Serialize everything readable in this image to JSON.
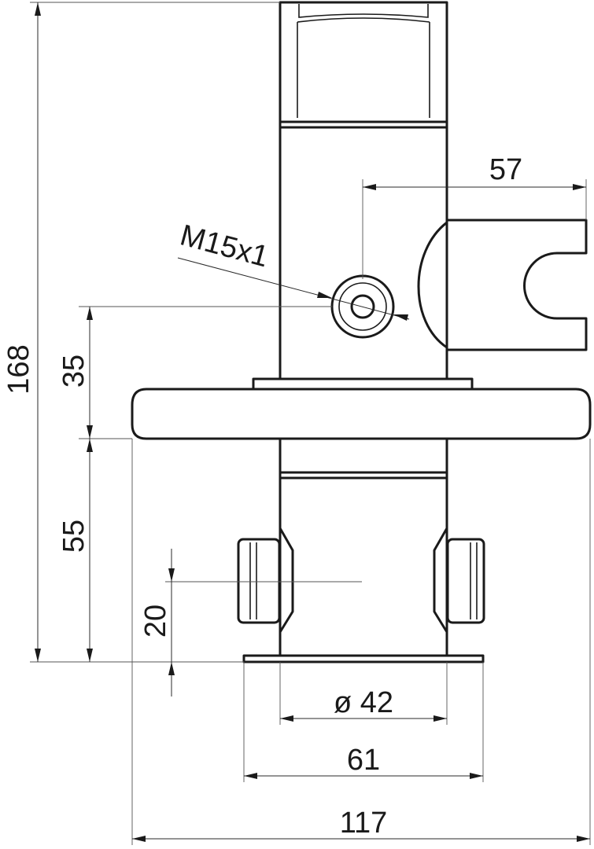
{
  "dimensions": {
    "height_total": "168",
    "height_upper": "35",
    "height_lower": "55",
    "inlet_offset": "20",
    "outlet_distance": "57",
    "thread": "M15x1",
    "pipe_diameter": "ø 42",
    "flange_width": "61",
    "plate_width": "117"
  },
  "colors": {
    "line": "#1a1a1a",
    "background": "#ffffff"
  }
}
